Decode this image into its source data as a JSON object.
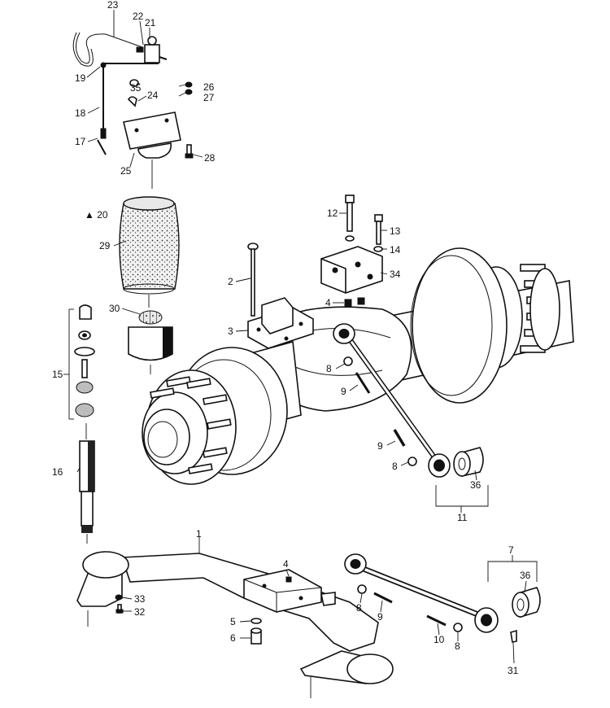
{
  "callouts": [
    {
      "id": "c1",
      "text": "1"
    },
    {
      "id": "c2",
      "text": "2"
    },
    {
      "id": "c3",
      "text": "3"
    },
    {
      "id": "c4a",
      "text": "4"
    },
    {
      "id": "c4b",
      "text": "4"
    },
    {
      "id": "c5",
      "text": "5"
    },
    {
      "id": "c6",
      "text": "6"
    },
    {
      "id": "c7",
      "text": "7"
    },
    {
      "id": "c8a",
      "text": "8"
    },
    {
      "id": "c8b",
      "text": "8"
    },
    {
      "id": "c8c",
      "text": "8"
    },
    {
      "id": "c8d",
      "text": "8"
    },
    {
      "id": "c9a",
      "text": "9"
    },
    {
      "id": "c9b",
      "text": "9"
    },
    {
      "id": "c9c",
      "text": "9"
    },
    {
      "id": "c10",
      "text": "10"
    },
    {
      "id": "c11",
      "text": "11"
    },
    {
      "id": "c12",
      "text": "12"
    },
    {
      "id": "c13",
      "text": "13"
    },
    {
      "id": "c14",
      "text": "14"
    },
    {
      "id": "c15",
      "text": "15"
    },
    {
      "id": "c16",
      "text": "16"
    },
    {
      "id": "c17",
      "text": "17"
    },
    {
      "id": "c18",
      "text": "18"
    },
    {
      "id": "c19",
      "text": "19"
    },
    {
      "id": "c20",
      "text": "▲ 20"
    },
    {
      "id": "c21",
      "text": "21"
    },
    {
      "id": "c22",
      "text": "22"
    },
    {
      "id": "c23",
      "text": "23"
    },
    {
      "id": "c24",
      "text": "24"
    },
    {
      "id": "c25",
      "text": "25"
    },
    {
      "id": "c26",
      "text": "26"
    },
    {
      "id": "c27",
      "text": "27"
    },
    {
      "id": "c28",
      "text": "28"
    },
    {
      "id": "c29",
      "text": "29"
    },
    {
      "id": "c30",
      "text": "30"
    },
    {
      "id": "c31",
      "text": "31"
    },
    {
      "id": "c32",
      "text": "32"
    },
    {
      "id": "c33",
      "text": "33"
    },
    {
      "id": "c34",
      "text": "34"
    },
    {
      "id": "c35",
      "text": "35"
    },
    {
      "id": "c36a",
      "text": "36"
    },
    {
      "id": "c36b",
      "text": "36"
    }
  ]
}
